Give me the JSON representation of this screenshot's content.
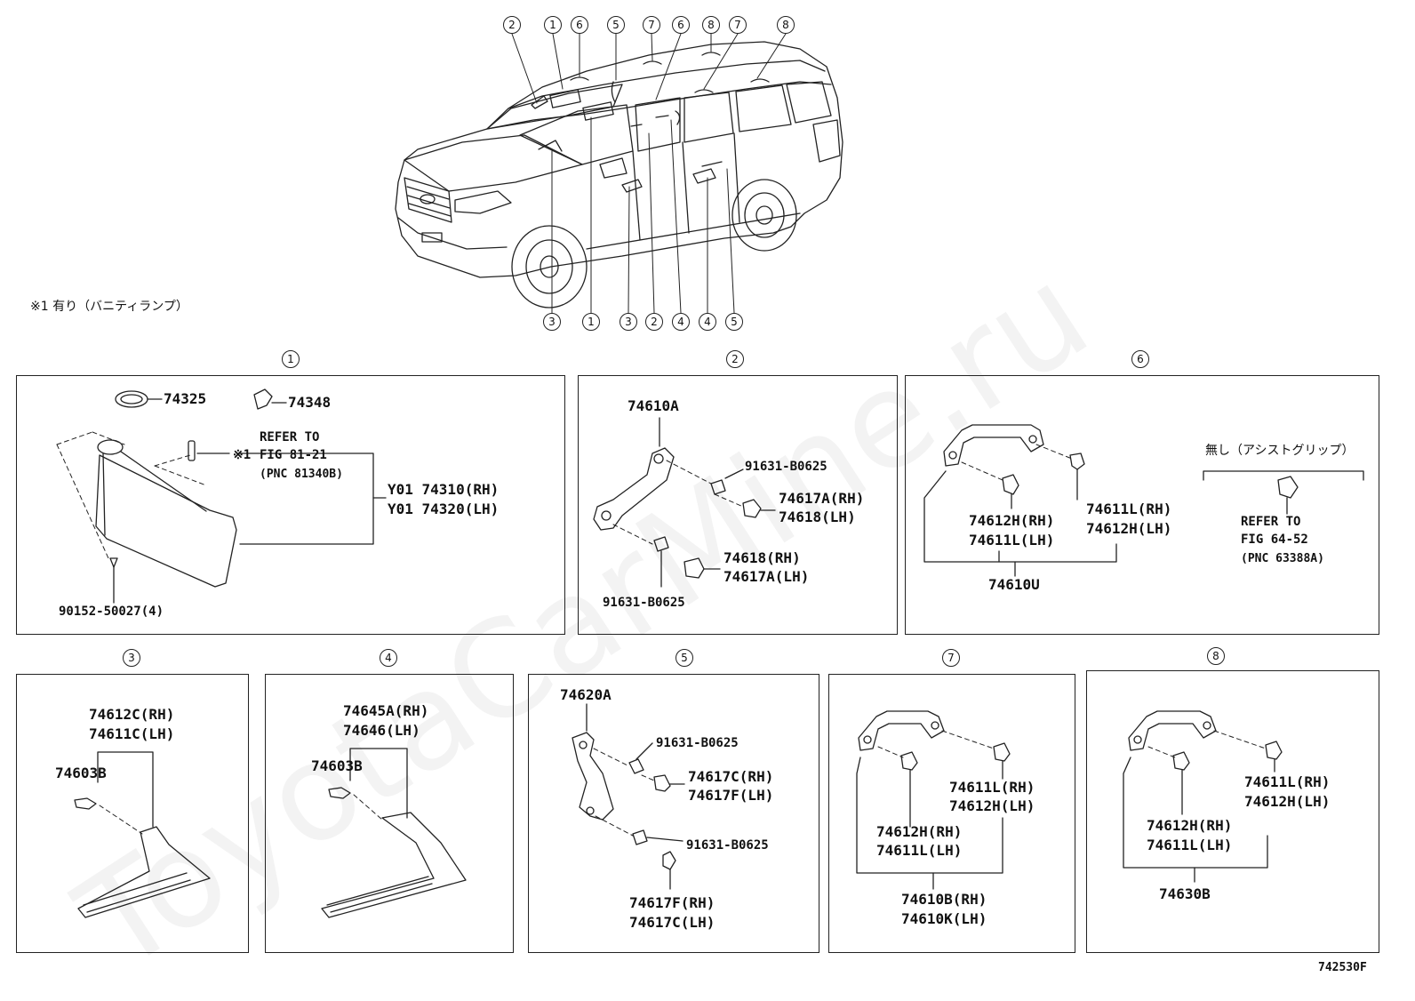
{
  "watermark": "ToyotaCarMine.ru",
  "note": "※1 有り（バニティランプ）",
  "figure_id": "742530F",
  "overview_callouts_top": [
    "2",
    "1",
    "6",
    "5",
    "7",
    "6",
    "8",
    "7",
    "8"
  ],
  "overview_callouts_bottom": [
    "3",
    "1",
    "3",
    "2",
    "4",
    "4",
    "5"
  ],
  "panels": {
    "p1": {
      "number": "1",
      "labels": {
        "a": "74325",
        "b": "74348",
        "refer1": "REFER TO",
        "refer2": "FIG 81-21",
        "refer_mark": "※1",
        "refer3": "(PNC 81340B)",
        "rh": "Y01 74310(RH)",
        "lh": "Y01 74320(LH)",
        "screw": "90152-50027(4)"
      }
    },
    "p2": {
      "number": "2",
      "labels": {
        "main": "74610A",
        "bolt1": "91631-B0625",
        "cap1a": "74617A(RH)",
        "cap1b": "74618(LH)",
        "cap2a": "74618(RH)",
        "cap2b": "74617A(LH)",
        "bolt2": "91631-B0625"
      }
    },
    "p6": {
      "number": "6",
      "labels": {
        "l1a": "74612H(RH)",
        "l1b": "74611L(LH)",
        "l2a": "74611L(RH)",
        "l2b": "74612H(LH)",
        "main": "74610U",
        "jp": "無し（アシストグリップ）",
        "refer1": "REFER TO",
        "refer2": "FIG 64-52",
        "refer3": "(PNC 63388A)"
      }
    },
    "p3": {
      "number": "3",
      "labels": {
        "a": "74612C(RH)",
        "b": "74611C(LH)",
        "clip": "74603B"
      }
    },
    "p4": {
      "number": "4",
      "labels": {
        "a": "74645A(RH)",
        "b": "74646(LH)",
        "clip": "74603B"
      }
    },
    "p5": {
      "number": "5",
      "labels": {
        "main": "74620A",
        "bolt1": "91631-B0625",
        "cap1a": "74617C(RH)",
        "cap1b": "74617F(LH)",
        "bolt2": "91631-B0625",
        "cap2a": "74617F(RH)",
        "cap2b": "74617C(LH)"
      }
    },
    "p7": {
      "number": "7",
      "labels": {
        "r1": "74611L(RH)",
        "r2": "74612H(LH)",
        "l1": "74612H(RH)",
        "l2": "74611L(LH)",
        "m1": "74610B(RH)",
        "m2": "74610K(LH)"
      }
    },
    "p8": {
      "number": "8",
      "labels": {
        "r1": "74611L(RH)",
        "r2": "74612H(LH)",
        "l1": "74612H(RH)",
        "l2": "74611L(LH)",
        "main": "74630B"
      }
    }
  }
}
